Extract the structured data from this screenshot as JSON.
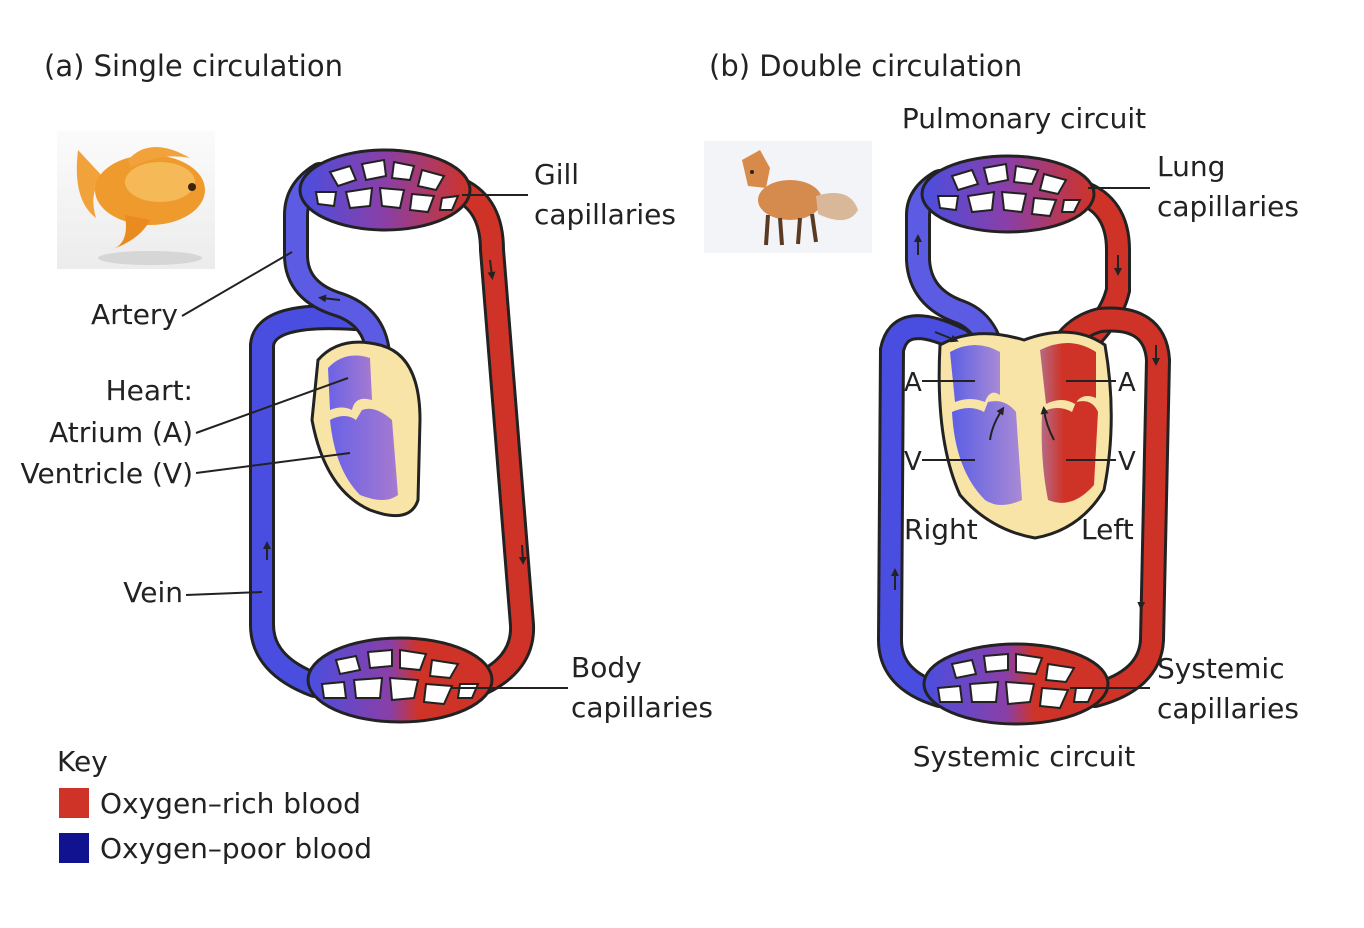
{
  "panel_a": {
    "title": "(a) Single circulation",
    "gill_capillaries": [
      "Gill",
      "capillaries"
    ],
    "artery": "Artery",
    "heart": "Heart:",
    "atrium": "Atrium (A)",
    "ventricle": "Ventricle (V)",
    "vein": "Vein",
    "body_capillaries": [
      "Body",
      "capillaries"
    ],
    "animal_icon": "goldfish-photo"
  },
  "panel_b": {
    "title": "(b) Double circulation",
    "pulmonary_circuit": "Pulmonary circuit",
    "lung_capillaries": [
      "Lung",
      "capillaries"
    ],
    "atrium_short": "A",
    "ventricle_short": "V",
    "right": "Right",
    "left": "Left",
    "systemic_capillaries": [
      "Systemic",
      "capillaries"
    ],
    "systemic_circuit": "Systemic circuit",
    "animal_icon": "fox-photo"
  },
  "key": {
    "title": "Key",
    "items": [
      {
        "label": "Oxygen–rich blood",
        "color": "#cf3327"
      },
      {
        "label": "Oxygen–poor blood",
        "color": "#11128f"
      }
    ]
  },
  "colors": {
    "oxygen_rich": "#cf3327",
    "oxygen_poor_vessel": "#4a4ee0",
    "heart_wall": "#f8e4a6"
  }
}
